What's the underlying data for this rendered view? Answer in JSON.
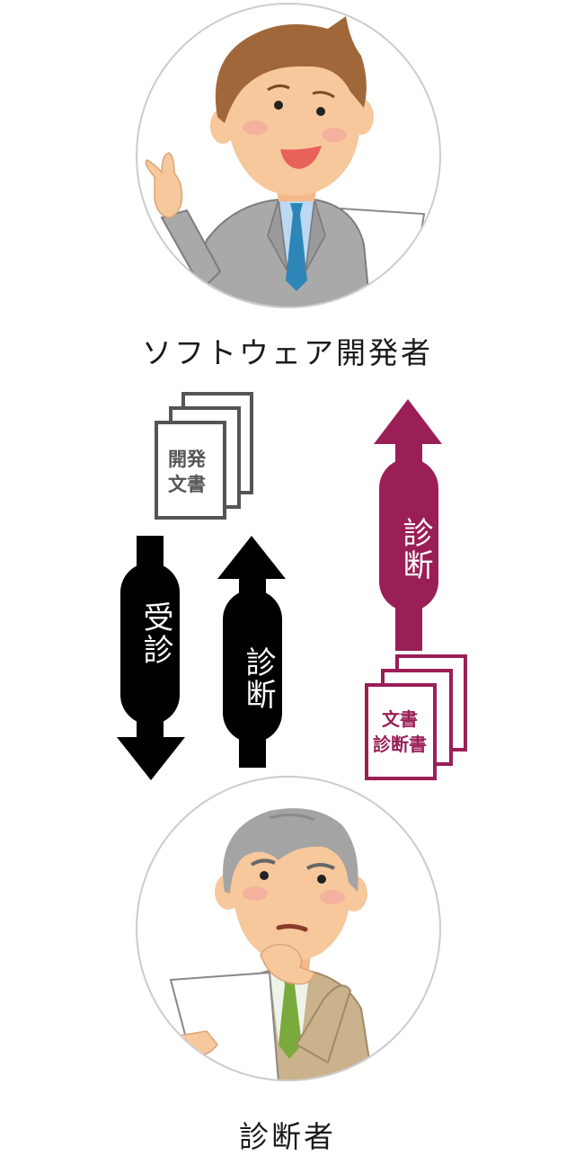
{
  "roles": {
    "developer_label": "ソフトウェア開発者",
    "diagnostician_label": "診断者"
  },
  "documents": {
    "dev_doc": {
      "line1": "開発",
      "line2": "文書"
    },
    "report_doc": {
      "line1": "文書",
      "line2": "診断書"
    }
  },
  "arrows": {
    "receive": "受診",
    "diagnose": "診断",
    "report": "診断"
  },
  "colors": {
    "black": "#000000",
    "accent": "#9a1f56",
    "circle_border": "#cccccc",
    "doc_gray": "#555555"
  }
}
